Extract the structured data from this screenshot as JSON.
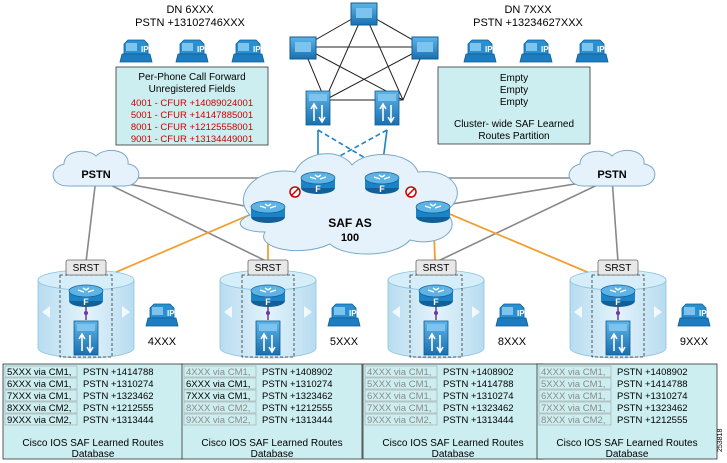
{
  "top_left": {
    "dn": "DN 6XXX",
    "pstn": "PSTN +13102746XXX",
    "box_title1": "Per-Phone Call Forward",
    "box_title2": "Unregistered Fields",
    "entries": [
      "4001 - CFUR +14089024001",
      "5001 - CFUR +14147885001",
      "8001 - CFUR +12125558001",
      "9001 - CFUR +13134449001"
    ]
  },
  "top_right": {
    "dn": "DN 7XXX",
    "pstn": "PSTN +13234627XXX",
    "empty": [
      "Empty",
      "Empty",
      "Empty"
    ],
    "caption1": "Cluster- wide SAF Learned",
    "caption2": "Routes Partition"
  },
  "pstn_left": "PSTN",
  "pstn_right": "PSTN",
  "saf_as": "SAF AS",
  "saf_as_num": "100",
  "router_letter": "F",
  "srst": "SRST",
  "sites": [
    {
      "ext": "4XXX",
      "rows": [
        [
          "5XXX via CM1,",
          "PSTN +1414788",
          false
        ],
        [
          "6XXX via CM1,",
          "PSTN +1310274",
          false
        ],
        [
          "7XXX via CM1,",
          "PSTN +1323462",
          false
        ],
        [
          "8XXX via CM2,",
          "PSTN +1212555",
          false
        ],
        [
          "9XXX via CM2,",
          "PSTN +1313444",
          false
        ]
      ],
      "caption1": "Cisco IOS SAF Learned Routes",
      "caption2": "Database"
    },
    {
      "ext": "5XXX",
      "rows": [
        [
          "4XXX via CM1,",
          "PSTN +1408902",
          true
        ],
        [
          "6XXX via CM1,",
          "PSTN +1310274",
          false
        ],
        [
          "7XXX via CM1,",
          "PSTN +1323462",
          false
        ],
        [
          "8XXX via CM2,",
          "PSTN +1212555",
          true
        ],
        [
          "9XXX via CM2,",
          "PSTN +1313444",
          true
        ]
      ],
      "caption1": "Cisco IOS SAF Learned Routes",
      "caption2": "Database"
    },
    {
      "ext": "8XXX",
      "rows": [
        [
          "4XXX via CM1,",
          "PSTN +1408902",
          true
        ],
        [
          "5XXX via CM1,",
          "PSTN +1414788",
          true
        ],
        [
          "6XXX via CM1,",
          "PSTN +1310274",
          true
        ],
        [
          "7XXX via CM1,",
          "PSTN +1323462",
          true
        ],
        [
          "9XXX via CM2,",
          "PSTN +1313444",
          true
        ]
      ],
      "caption1": "Cisco IOS SAF Learned Routes",
      "caption2": "Database"
    },
    {
      "ext": "9XXX",
      "rows": [
        [
          "4XXX via CM1,",
          "PSTN +1408902",
          true
        ],
        [
          "5XXX via CM1,",
          "PSTN +1414788",
          true
        ],
        [
          "6XXX via CM1,",
          "PSTN +1310274",
          true
        ],
        [
          "7XXX via CM1,",
          "PSTN +1323462",
          true
        ],
        [
          "8XXX via CM2,",
          "PSTN +1212555",
          true
        ]
      ],
      "caption1": "Cisco IOS SAF Learned Routes",
      "caption2": "Database"
    }
  ],
  "figure_id": "253818",
  "colors": {
    "blue": "#1a84c8",
    "light_box": "#cdeef0",
    "cloud": "#e6f2fb",
    "orange": "#f0a030",
    "red": "#cc0000"
  }
}
